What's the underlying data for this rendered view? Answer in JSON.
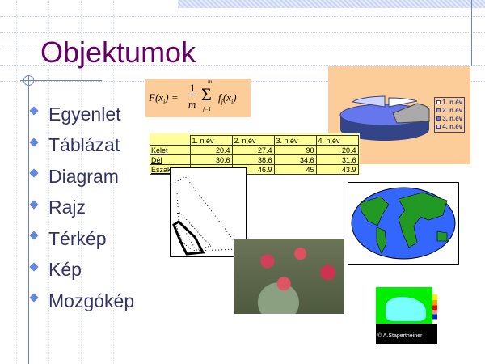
{
  "title": "Objektumok",
  "bullets": [
    "Egyenlet",
    "Táblázat",
    "Diagram",
    "Rajz",
    "Térkép",
    "Kép",
    "Mozgókép"
  ],
  "equation": {
    "lhs": "F(x",
    "sub": "i",
    "frac_num": "1",
    "frac_den": "m",
    "sum_top": "m",
    "sum_bottom": "j=1",
    "term": "f",
    "term_sub": "j",
    "arg": "x"
  },
  "table": {
    "headers": [
      "",
      "1. n.év",
      "2. n.év",
      "3. n.év",
      "4. n.év"
    ],
    "rows": [
      [
        "Kelet",
        "20.4",
        "27.4",
        "90",
        "20.4"
      ],
      [
        "Dél",
        "30.6",
        "38.6",
        "34.6",
        "31.6"
      ],
      [
        "Észak",
        "",
        "46.9",
        "45",
        "43.9"
      ]
    ]
  },
  "chart_legend": [
    "1. n.év",
    "2. n.év",
    "3. n.év",
    "4. n.év"
  ],
  "chart_colors": [
    "#ffffff",
    "#aaaaaa",
    "#6677ee",
    "#ccd4ff"
  ],
  "animation_credit": "© A.Stapertheiner",
  "colors": {
    "title": "#660066",
    "text": "#333366",
    "accent": "#6688dd"
  }
}
